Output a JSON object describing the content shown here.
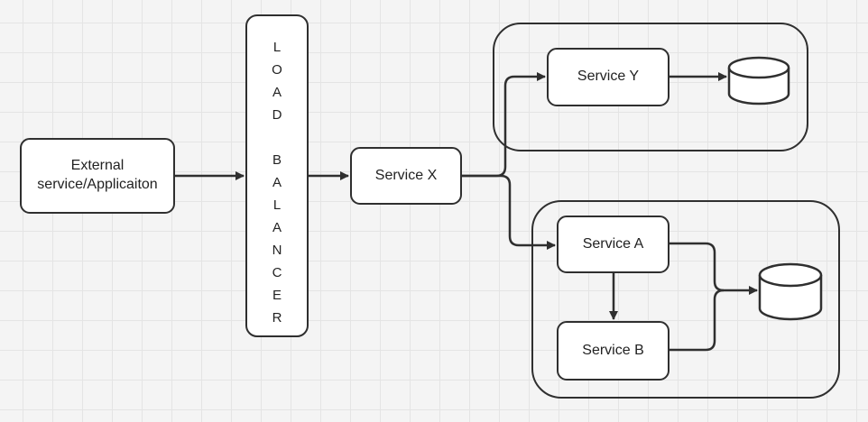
{
  "nodes": {
    "external": {
      "label_line1": "External",
      "label_line2": "service/Applicaiton"
    },
    "load_balancer": {
      "letters": [
        "L",
        "O",
        "A",
        "D",
        "",
        "B",
        "A",
        "L",
        "A",
        "N",
        "C",
        "E",
        "R"
      ]
    },
    "service_x": {
      "label": "Service X"
    },
    "service_y": {
      "label": "Service Y"
    },
    "service_a": {
      "label": "Service A"
    },
    "service_b": {
      "label": "Service B"
    }
  },
  "groups": {
    "service_y_group": {
      "contains": [
        "Service Y",
        "database"
      ]
    },
    "service_ab_group": {
      "contains": [
        "Service A",
        "Service B",
        "database"
      ]
    }
  },
  "databases": [
    "database-y",
    "database-ab"
  ],
  "edges": [
    {
      "from": "External service/Applicaiton",
      "to": "LOAD BALANCER"
    },
    {
      "from": "LOAD BALANCER",
      "to": "Service X"
    },
    {
      "from": "Service X",
      "to": "Service Y"
    },
    {
      "from": "Service X",
      "to": "Service A"
    },
    {
      "from": "Service Y",
      "to": "database-y"
    },
    {
      "from": "Service A",
      "to": "Service B"
    },
    {
      "from": "Service A",
      "to": "database-ab"
    },
    {
      "from": "Service B",
      "to": "database-ab"
    }
  ],
  "colors": {
    "stroke": "#2f2f2f",
    "background": "#f4f4f4",
    "grid": "#e4e4e4",
    "node_fill": "#ffffff"
  }
}
